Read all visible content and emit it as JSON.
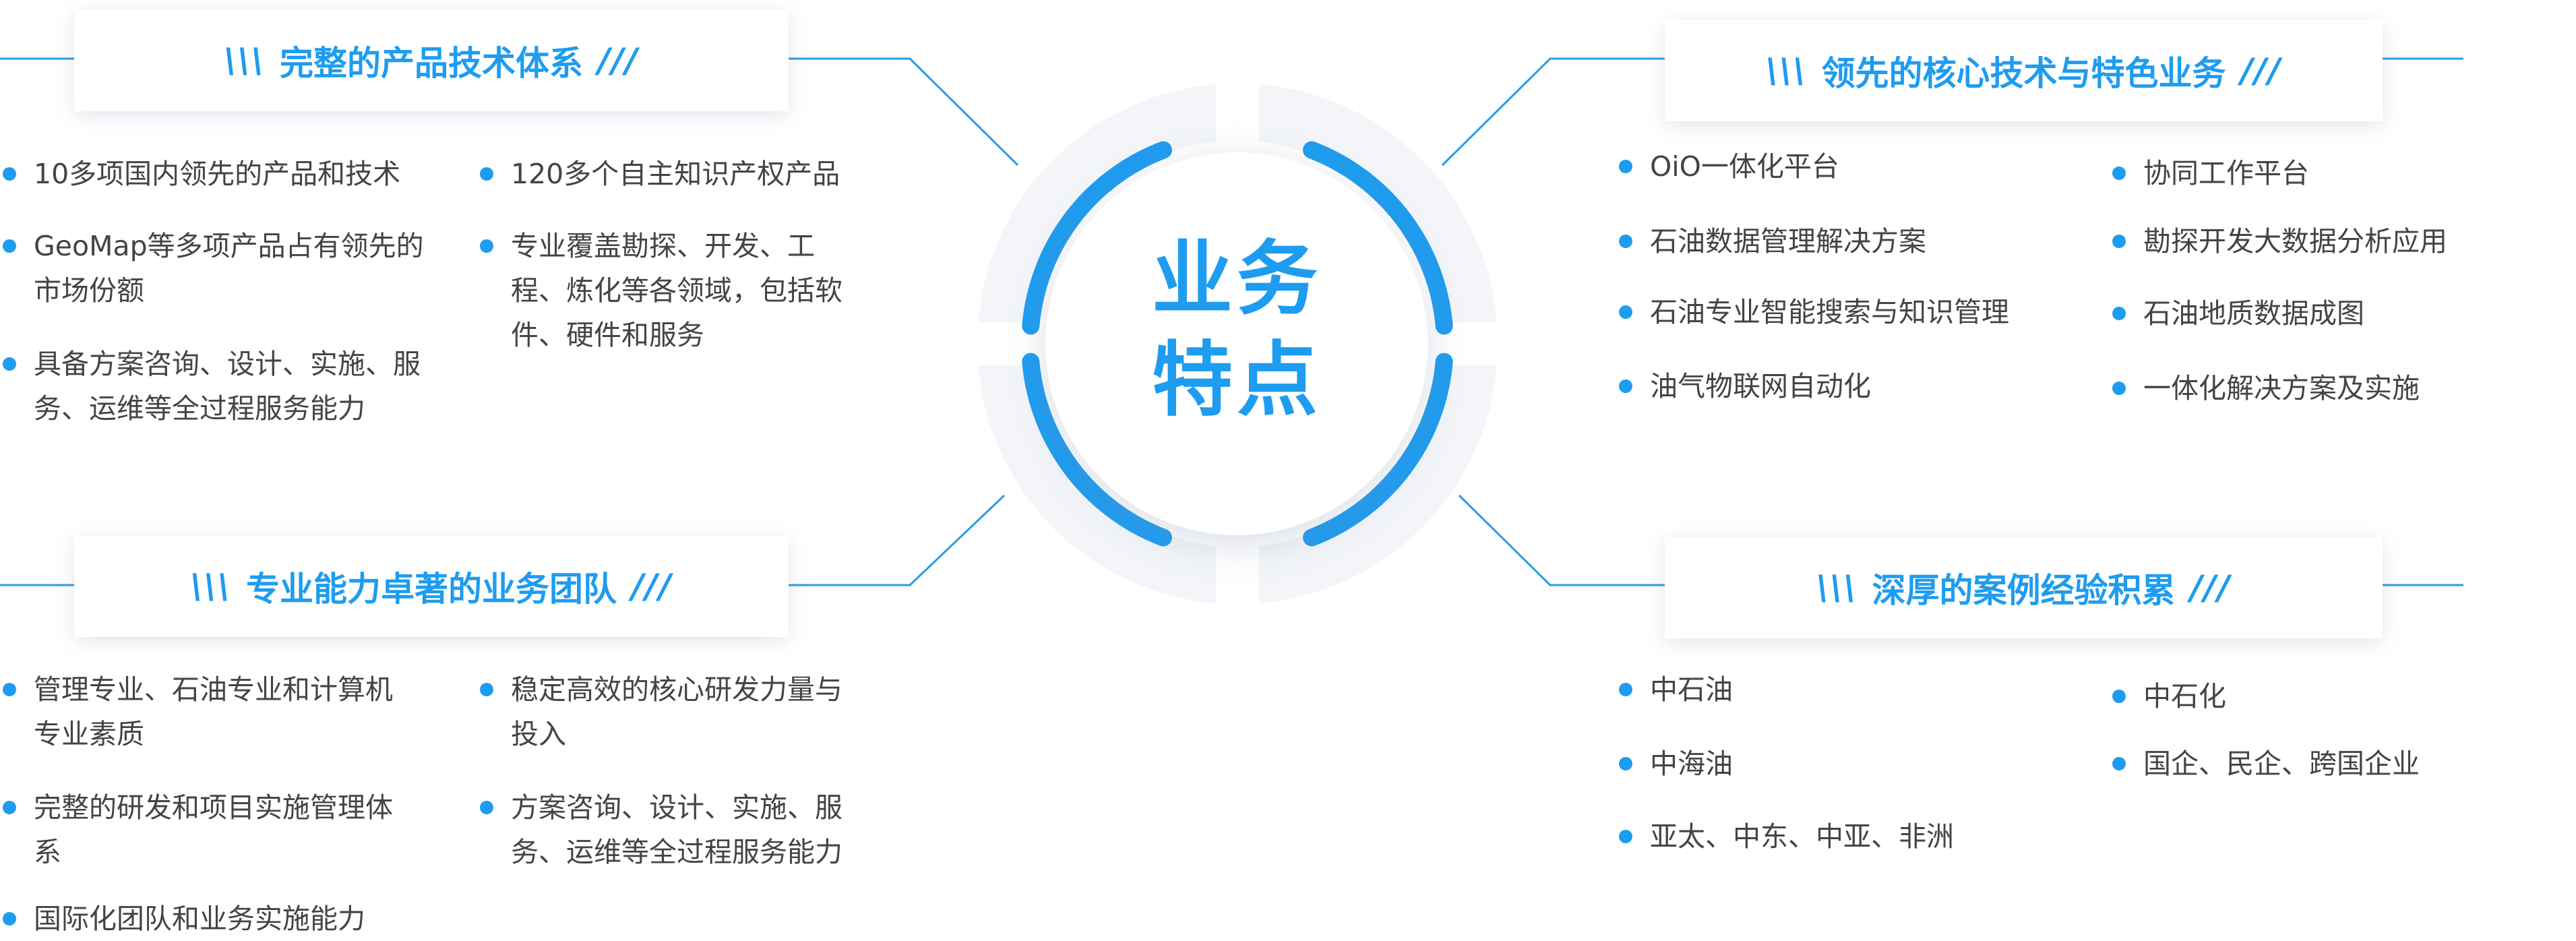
{
  "center": {
    "title_line1": "业务",
    "title_line2": "特点"
  },
  "deco": {
    "left": "\\\\\\",
    "right": "///"
  },
  "colors": {
    "accent": "#1e9cf0",
    "text": "#444444",
    "line": "#2a9be8",
    "hub_ring": "#f3f5f8"
  },
  "sections": {
    "products": {
      "title": "完整的产品技术体系",
      "col1": [
        "10多项国内领先的产品和技术",
        "GeoMap等多项产品占有领先的市场份额",
        "具备方案咨询、设计、实施、服务、运维等全过程服务能力"
      ],
      "col2": [
        "120多个自主知识产权产品",
        "专业覆盖勘探、开发、工程、炼化等各领域，包括软件、硬件和服务"
      ]
    },
    "core_tech": {
      "title": "领先的核心技术与特色业务",
      "col1": [
        "OiO一体化平台",
        "石油数据管理解决方案",
        "石油专业智能搜索与知识管理",
        "油气物联网自动化"
      ],
      "col2": [
        "协同工作平台",
        "勘探开发大数据分析应用",
        "石油地质数据成图",
        "一体化解决方案及实施"
      ]
    },
    "team": {
      "title": "专业能力卓著的业务团队",
      "col1": [
        "管理专业、石油专业和计算机专业素质",
        "完整的研发和项目实施管理体系",
        "国际化团队和业务实施能力"
      ],
      "col2": [
        "稳定高效的核心研发力量与投入",
        "方案咨询、设计、实施、服务、运维等全过程服务能力"
      ]
    },
    "cases": {
      "title": "深厚的案例经验积累",
      "col1": [
        "中石油",
        "中海油",
        "亚太、中东、中亚、非洲"
      ],
      "col2": [
        "中石化",
        "国企、民企、跨国企业"
      ]
    }
  }
}
